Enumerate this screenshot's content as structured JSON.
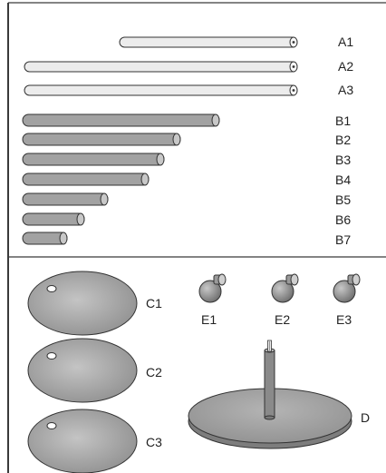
{
  "colors": {
    "rod_white": "#ececec",
    "rod_gray": "#a2a2a2",
    "disc": "#9a9a9a",
    "disc_light": "#bdbdbd",
    "frame": "#3a3a3a",
    "text": "#222222"
  },
  "parts": {
    "a_rods": [
      {
        "label": "A1"
      },
      {
        "label": "A2"
      },
      {
        "label": "A3"
      }
    ],
    "b_rods": [
      {
        "label": "B1"
      },
      {
        "label": "B2"
      },
      {
        "label": "B3"
      },
      {
        "label": "B4"
      },
      {
        "label": "B5"
      },
      {
        "label": "B6"
      },
      {
        "label": "B7"
      }
    ],
    "c_discs": [
      {
        "label": "C1"
      },
      {
        "label": "C2"
      },
      {
        "label": "C3"
      }
    ],
    "e_connectors": [
      {
        "label": "E1"
      },
      {
        "label": "E2"
      },
      {
        "label": "E3"
      }
    ],
    "d_base": {
      "label": "D"
    }
  }
}
